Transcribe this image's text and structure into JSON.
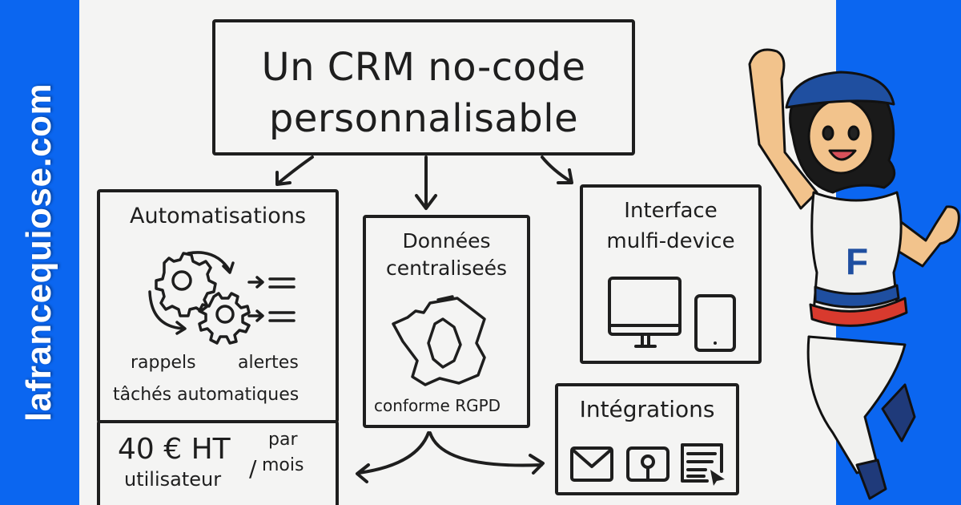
{
  "brand": {
    "site_url": "lafrancequiose.com",
    "accent_color": "#0b66f0"
  },
  "title": {
    "line1": "Un CRM no-code",
    "line2": "personnalisable"
  },
  "automations": {
    "heading": "Automatisations",
    "icon": "gears-icon",
    "labels": [
      "rappels",
      "alertes",
      "tâchés automatiques"
    ]
  },
  "pricing": {
    "amount": "40 € HT",
    "per_top": "par",
    "per_bottom": "mois",
    "unit": "utilisateur",
    "separator": "/"
  },
  "data": {
    "heading_line1": "Données",
    "heading_line2": "centraliseés",
    "icon": "france-map-icon",
    "caption": "conforme RGPD"
  },
  "devices": {
    "heading_line1": "Interface",
    "heading_line2": "mulfi-device",
    "icons": [
      "desktop-monitor-icon",
      "tablet-icon"
    ]
  },
  "integrations": {
    "heading": "Intégrations",
    "icons": [
      "mail-icon",
      "webhook-icon",
      "document-icon"
    ]
  },
  "mascot": {
    "shirt_letter": "F",
    "colors": {
      "hat": "#1f4fa0",
      "belt_blue": "#1f4fa0",
      "belt_red": "#d83a2e"
    }
  }
}
